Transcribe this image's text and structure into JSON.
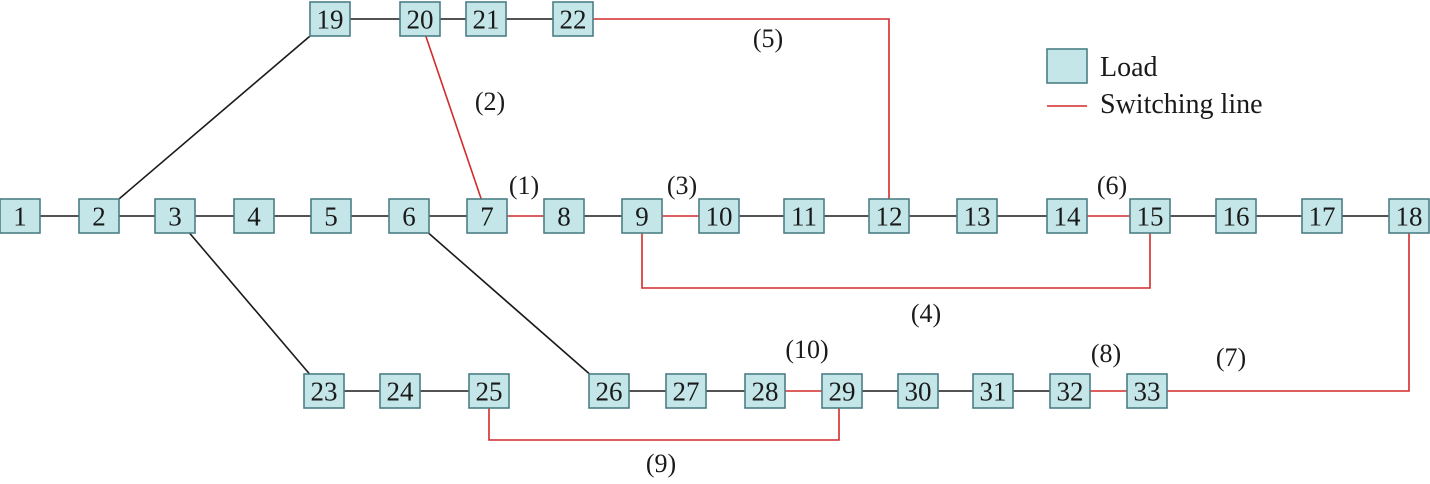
{
  "legend": {
    "load_label": "Load",
    "switching_line_label": "Switching line"
  },
  "colors": {
    "load_fill": "#c4e6e8",
    "load_border": "#4a7f86",
    "normal_line": "#1a1a1a",
    "switching_line": "#d42a2a"
  },
  "nodes": [
    "1",
    "2",
    "3",
    "4",
    "5",
    "6",
    "7",
    "8",
    "9",
    "10",
    "11",
    "12",
    "13",
    "14",
    "15",
    "16",
    "17",
    "18",
    "19",
    "20",
    "21",
    "22",
    "23",
    "24",
    "25",
    "26",
    "27",
    "28",
    "29",
    "30",
    "31",
    "32",
    "33"
  ],
  "normal_branches": [
    [
      "1",
      "2"
    ],
    [
      "2",
      "3"
    ],
    [
      "3",
      "4"
    ],
    [
      "4",
      "5"
    ],
    [
      "5",
      "6"
    ],
    [
      "6",
      "7"
    ],
    [
      "8",
      "9"
    ],
    [
      "10",
      "11"
    ],
    [
      "11",
      "12"
    ],
    [
      "12",
      "13"
    ],
    [
      "13",
      "14"
    ],
    [
      "15",
      "16"
    ],
    [
      "16",
      "17"
    ],
    [
      "17",
      "18"
    ],
    [
      "2",
      "19"
    ],
    [
      "19",
      "20"
    ],
    [
      "20",
      "21"
    ],
    [
      "21",
      "22"
    ],
    [
      "3",
      "23"
    ],
    [
      "23",
      "24"
    ],
    [
      "24",
      "25"
    ],
    [
      "6",
      "26"
    ],
    [
      "26",
      "27"
    ],
    [
      "27",
      "28"
    ],
    [
      "29",
      "30"
    ],
    [
      "30",
      "31"
    ],
    [
      "31",
      "32"
    ]
  ],
  "switching_lines": [
    {
      "label": "(1)",
      "from": "7",
      "to": "8"
    },
    {
      "label": "(2)",
      "from": "20",
      "to": "7"
    },
    {
      "label": "(3)",
      "from": "9",
      "to": "10"
    },
    {
      "label": "(4)",
      "from": "9",
      "to": "15"
    },
    {
      "label": "(5)",
      "from": "22",
      "to": "12"
    },
    {
      "label": "(6)",
      "from": "14",
      "to": "15"
    },
    {
      "label": "(7)",
      "from": "33",
      "to": "18"
    },
    {
      "label": "(8)",
      "from": "32",
      "to": "33"
    },
    {
      "label": "(9)",
      "from": "25",
      "to": "29"
    },
    {
      "label": "(10)",
      "from": "28",
      "to": "29"
    }
  ]
}
